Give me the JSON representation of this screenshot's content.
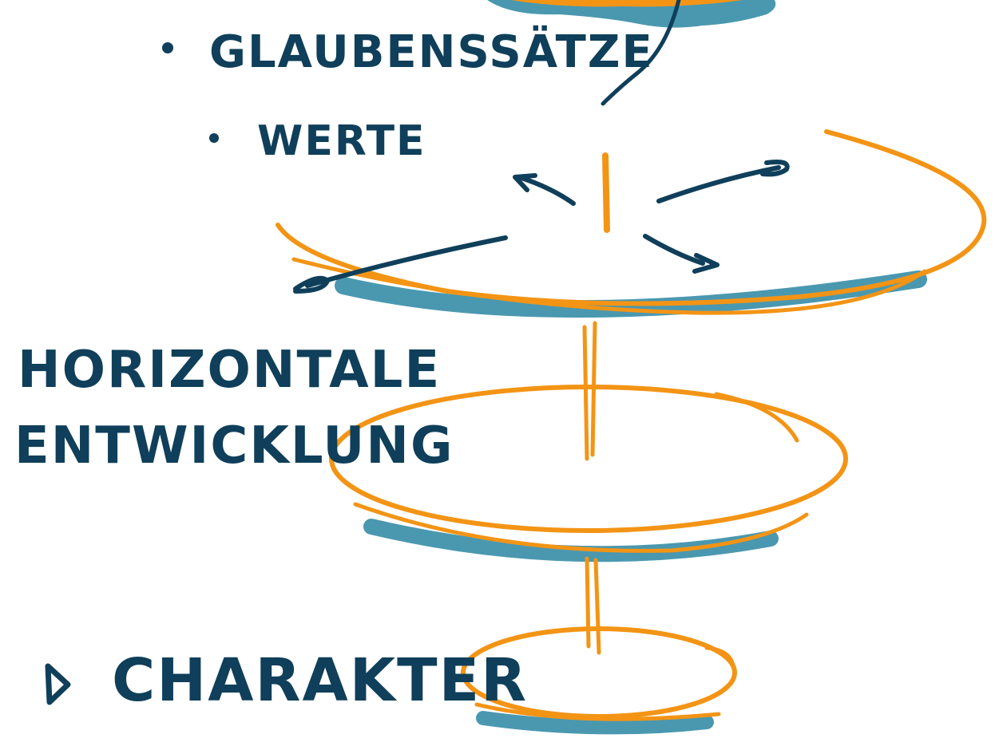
{
  "labels": {
    "bullet_1": "GLAUBENSSÄTZE",
    "bullet_2": "WERTE",
    "side_line_1": "HORIZONTALE",
    "side_line_2": "ENTWICKLUNG",
    "bottom": "CHARAKTER"
  },
  "colors": {
    "ink": "#0f3f5a",
    "disc_outline": "#f39415",
    "disc_shadow": "#4a98b0"
  }
}
